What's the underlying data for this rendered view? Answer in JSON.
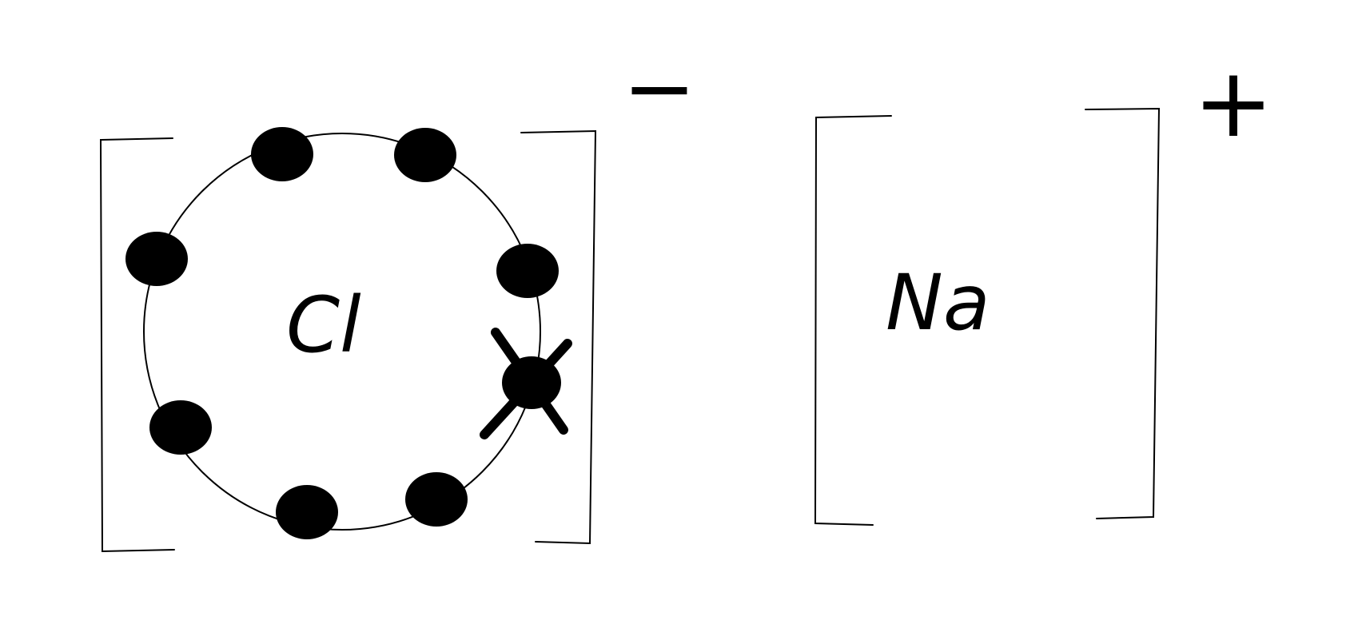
{
  "chloride_ion": {
    "symbol": "Cl",
    "charge": "−",
    "shared_electron_marker": "cross",
    "electron_count": 8
  },
  "sodium_ion": {
    "symbol": "Na",
    "charge": "+"
  },
  "colors": {
    "ink": "#000000",
    "background": "#ffffff"
  }
}
